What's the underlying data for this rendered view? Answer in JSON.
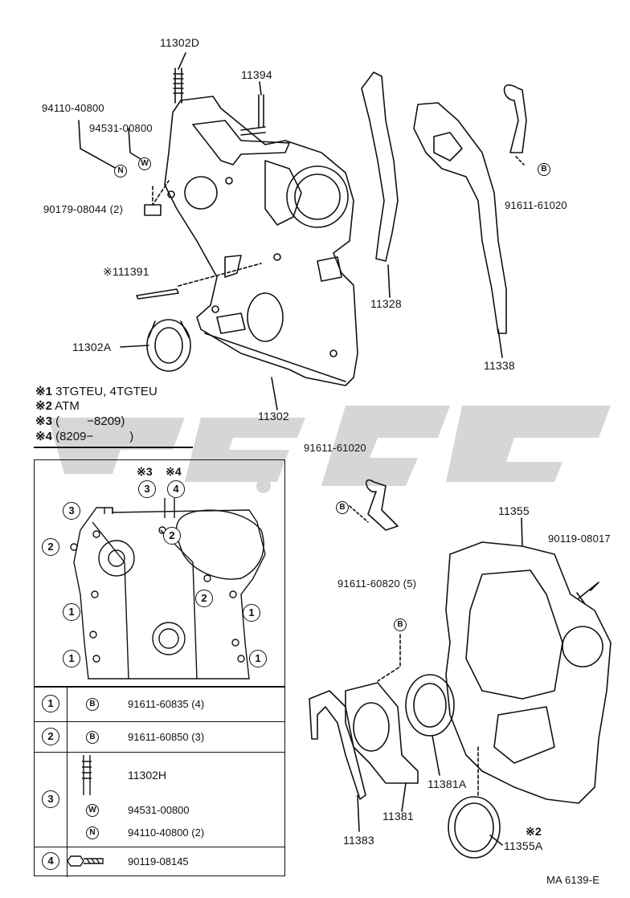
{
  "labels": {
    "p11302D": "11302D",
    "p11394": "11394",
    "p94110": "94110-40800",
    "p94531": "94531-00800",
    "p90179": "90179-08044 (2)",
    "p11391": "11391",
    "p11391_mark": "※1",
    "p11302A": "11302A",
    "p11302": "11302",
    "p11328": "11328",
    "p11338": "11338",
    "p91611_top": "91611-61020",
    "p91611_mid": "91611-61020",
    "p11355": "11355",
    "p90119_08017": "90119-08017",
    "p91611_60820": "91611-60820 (5)",
    "p11381A": "11381A",
    "p11383": "11383",
    "p11381": "11381",
    "p11355A": "11355A",
    "p11355A_mark": "※2",
    "code": "MA 6139-E"
  },
  "legend": [
    {
      "mark": "※1",
      "text": "3TGTEU, 4TGTEU"
    },
    {
      "mark": "※2",
      "text": "ATM"
    },
    {
      "mark": "※3",
      "text": "(　　 −8209)"
    },
    {
      "mark": "※4",
      "text": "(8209−　　　)"
    }
  ],
  "inset": {
    "mark3": "※3",
    "mark4": "※4",
    "n1": "1",
    "n2": "2",
    "n3": "3",
    "n4": "4"
  },
  "table": [
    {
      "num": "1",
      "items": [
        {
          "sym": "B",
          "part": "91611-60835 (4)"
        }
      ]
    },
    {
      "num": "2",
      "items": [
        {
          "sym": "B",
          "part": "91611-60850 (3)"
        }
      ]
    },
    {
      "num": "3",
      "items": [
        {
          "sym": "",
          "part": "11302H"
        },
        {
          "sym": "W",
          "part": "94531-00800"
        },
        {
          "sym": "N",
          "part": "94110-40800 (2)"
        }
      ]
    },
    {
      "num": "4",
      "items": [
        {
          "sym": "",
          "part": "90119-08145"
        }
      ]
    }
  ],
  "symbols": {
    "B": "B",
    "W": "W",
    "N": "N"
  },
  "watermark_color": "#c8c8c8"
}
